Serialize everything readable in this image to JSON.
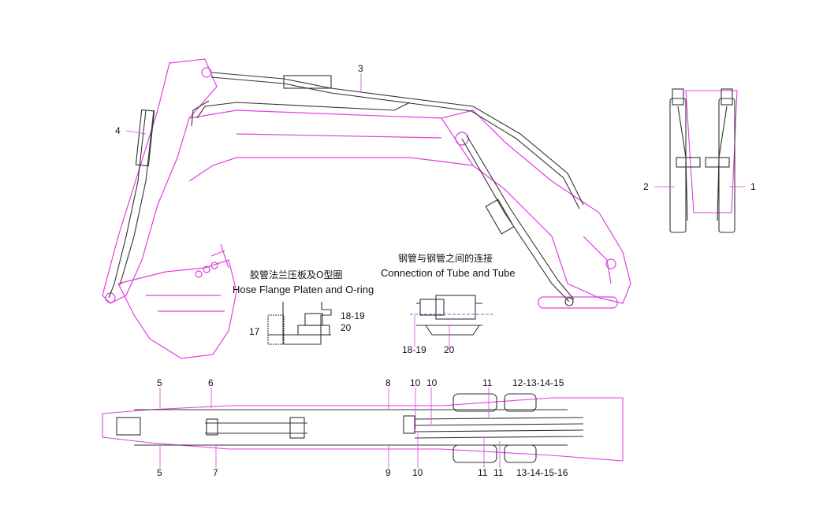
{
  "colors": {
    "outline": "#e040e0",
    "lines": "#333333",
    "centerline": "#4040c0"
  },
  "detail_hose_flange": {
    "title_cn": "胶管法兰压板及O型圈",
    "title_en": "Hose Flange Platen and O-ring",
    "labels": [
      "18-19",
      "20",
      "17"
    ]
  },
  "detail_tube_connection": {
    "title_cn": "钢管与钢管之间的连接",
    "title_en": "Connection of Tube and Tube",
    "labels": [
      "18-19",
      "20"
    ]
  },
  "side_view_labels": [
    "3",
    "4"
  ],
  "end_view_labels": [
    "2",
    "1"
  ],
  "plan_view_top_labels": [
    "5",
    "6",
    "8",
    "10",
    "10",
    "11",
    "12-13-14-15"
  ],
  "plan_view_bottom_labels": [
    "5",
    "7",
    "9",
    "10",
    "11",
    "11",
    "13-14-15-16"
  ]
}
